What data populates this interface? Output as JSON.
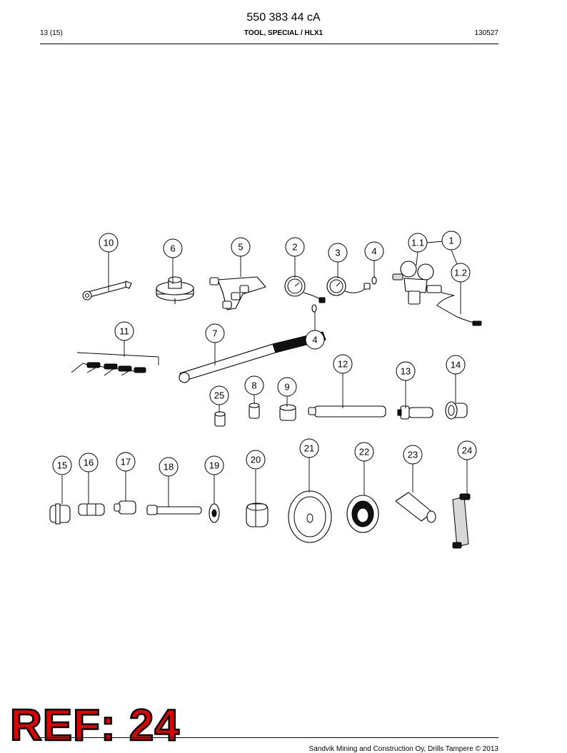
{
  "header": {
    "document_number": "550 383 44 cA",
    "page": "13 (15)",
    "title": "TOOL, SPECIAL / HLX1",
    "date_code": "130527"
  },
  "callouts": [
    "10",
    "6",
    "5",
    "2",
    "3",
    "4",
    "1.1",
    "1",
    "1.2",
    "11",
    "7",
    "4",
    "12",
    "13",
    "14",
    "8",
    "9",
    "25",
    "21",
    "22",
    "23",
    "24",
    "15",
    "16",
    "17",
    "18",
    "19",
    "20"
  ],
  "overlay": {
    "ref_label": "REF: 24"
  },
  "footer": {
    "copyright": "Sandvik Mining and Construction Oy, Drills Tampere © 2013"
  }
}
